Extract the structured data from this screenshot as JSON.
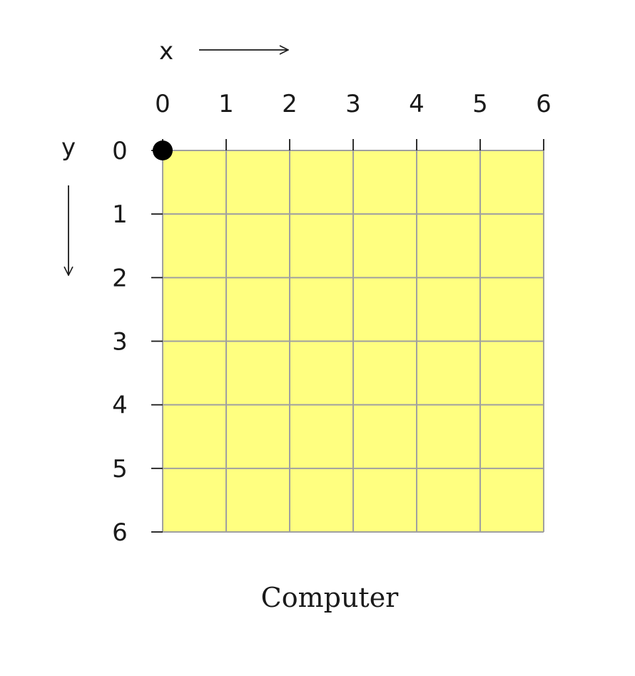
{
  "axes": {
    "x_label": "x",
    "y_label": "y",
    "x_ticks": [
      "0",
      "1",
      "2",
      "3",
      "4",
      "5",
      "6"
    ],
    "y_ticks": [
      "0",
      "1",
      "2",
      "3",
      "4",
      "5",
      "6"
    ]
  },
  "grid": {
    "columns": 6,
    "rows": 6,
    "fill_color": "#ffff80",
    "line_color": "#a0a0a0"
  },
  "origin_marker": {
    "x": 0,
    "y": 0,
    "color": "#000000"
  },
  "caption": "Computer"
}
